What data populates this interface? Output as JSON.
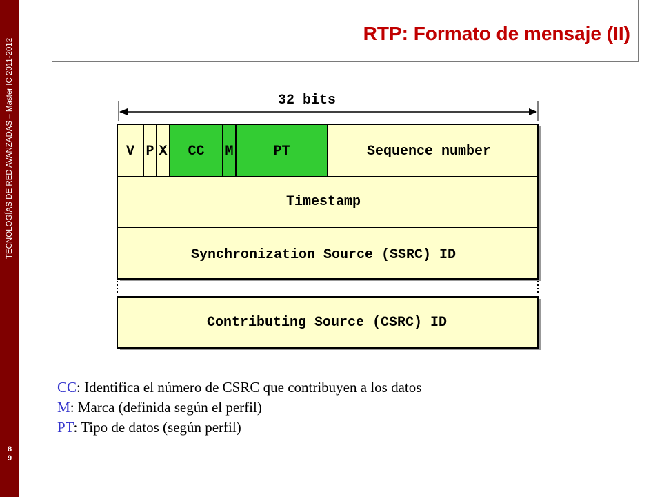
{
  "sidebar": {
    "course": "TECNOLOGÍAS DE RED AVANZADAS – Master IC 2011-2012",
    "page_digit_1": "8",
    "page_digit_2": "9"
  },
  "title": "RTP: Formato de mensaje (II)",
  "diagram": {
    "width_label": "32 bits",
    "fields": {
      "v": "V",
      "p": "P",
      "x": "X",
      "cc": "CC",
      "m": "M",
      "pt": "PT",
      "sequence": "Sequence number"
    },
    "timestamp": "Timestamp",
    "ssrc": "Synchronization Source (SSRC) ID",
    "csrc": "Contributing Source (CSRC) ID",
    "colors": {
      "field_fill": "#ffffcc",
      "highlight_fill": "#33cc33",
      "shadow": "#999999"
    }
  },
  "legend": [
    {
      "key": "CC",
      "text": ": Identifica el número de CSRC que contribuyen a los datos"
    },
    {
      "key": "M",
      "text": ": Marca (definida según el perfil)"
    },
    {
      "key": "PT",
      "text": ": Tipo de datos (según perfil)"
    }
  ]
}
